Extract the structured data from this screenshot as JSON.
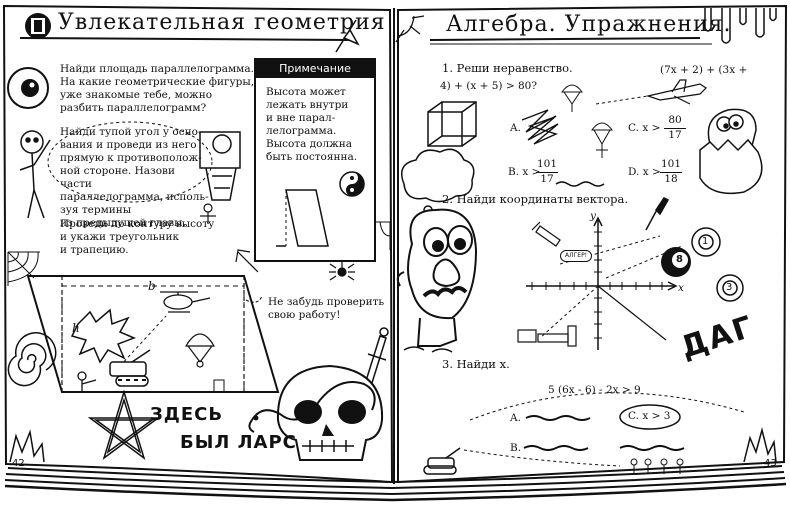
{
  "left_page": {
    "title": "Увлекательная геометрия",
    "para1": "Найди площадь параллелограмма.\nНа какие геометрические фигуры,\nуже знакомые тебе, можно\nразбить параллелограмм?",
    "para2": "Найди тупой угол у осно-\nвания и проведи из него\nпрямую к противополож-\nной стороне. Назови части\nпараллелограмма, исполь-\nзуя термины\nиз предыдущей главы.",
    "para3": "Проведи по контуру высоту\nи укажи треугольник\nи трапецию.",
    "note_title": "Примечание",
    "note_text": "Высота может\nлежать внутри\nи вне парал-\nлелограмма.\nВысота должна\nбыть постоянна.",
    "reminder": "Не забудь проверить\nсвою работу!",
    "label_b": "b",
    "label_h": "h",
    "graffiti_1": "ЗДЕСЬ",
    "graffiti_2": "БЫЛ ЛАРС",
    "page_number": "42"
  },
  "right_page": {
    "title": "Алгебра. Упражнения.",
    "ex1_title": "1. Реши неравенство.",
    "ex1_expr_right": "(7x + 2) + (3x +",
    "ex1_expr_left": "4) + (x + 5) > 80?",
    "ex1_a": "A.",
    "ex1_b": "B. x >",
    "ex1_b_num": "101",
    "ex1_b_den": "17",
    "ex1_c": "C. x >",
    "ex1_c_num": "80",
    "ex1_c_den": "17",
    "ex1_d": "D. x >",
    "ex1_d_num": "101",
    "ex1_d_den": "18",
    "ex2_title": "2. Найди координаты вектора.",
    "axis_x": "x",
    "axis_y": "y",
    "tag_label": "АЛГЕР!",
    "ball_1": "1",
    "ball_8": "8",
    "ball_3": "3",
    "graffiti_dag": "ДАГ",
    "ex3_title": "3. Найди x.",
    "ex3_expr": "5 (6x - 6) - 2x > 9",
    "ex3_a": "A.",
    "ex3_b": "B.",
    "ex3_c": "C. x > 3",
    "page_number": "43"
  }
}
